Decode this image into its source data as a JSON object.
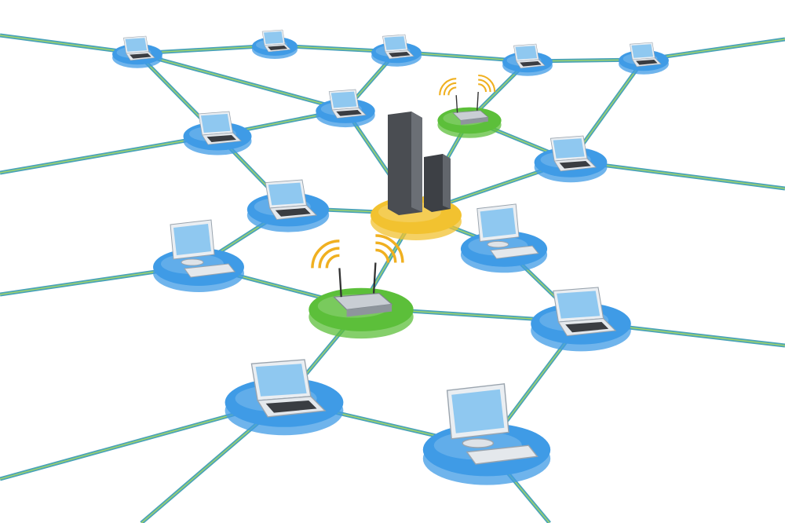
{
  "colors": {
    "background": "#ffffff",
    "cable": "#4aa3b8",
    "cable_stripe": "#9fd36a",
    "node_blue": "#3f9be6",
    "node_green": "#5cbf3a",
    "node_yellow": "#f2c230",
    "server": "#4a4d52",
    "wifi_waves": "#f0b020",
    "screen": "#8fc8f0"
  },
  "nodes": [
    {
      "type": "laptop",
      "icon": "laptop-icon",
      "base": "blue"
    },
    {
      "type": "laptop",
      "icon": "laptop-icon",
      "base": "blue"
    },
    {
      "type": "laptop",
      "icon": "laptop-icon",
      "base": "blue"
    },
    {
      "type": "laptop",
      "icon": "laptop-icon",
      "base": "blue"
    },
    {
      "type": "laptop",
      "icon": "laptop-icon",
      "base": "blue"
    },
    {
      "type": "laptop",
      "icon": "laptop-icon",
      "base": "blue"
    },
    {
      "type": "router",
      "icon": "wifi-router-icon",
      "base": "green"
    },
    {
      "type": "laptop",
      "icon": "laptop-icon",
      "base": "blue"
    },
    {
      "type": "laptop",
      "icon": "laptop-icon",
      "base": "blue"
    },
    {
      "type": "laptop",
      "icon": "laptop-icon",
      "base": "blue"
    },
    {
      "type": "server",
      "icon": "server-icon",
      "base": "yellow"
    },
    {
      "type": "desktop",
      "icon": "desktop-computer-icon",
      "base": "blue"
    },
    {
      "type": "desktop",
      "icon": "desktop-computer-icon",
      "base": "blue"
    },
    {
      "type": "router",
      "icon": "wifi-router-icon",
      "base": "green"
    },
    {
      "type": "laptop",
      "icon": "laptop-icon",
      "base": "blue"
    },
    {
      "type": "laptop",
      "icon": "laptop-icon",
      "base": "blue"
    },
    {
      "type": "desktop",
      "icon": "desktop-computer-icon",
      "base": "blue"
    }
  ]
}
